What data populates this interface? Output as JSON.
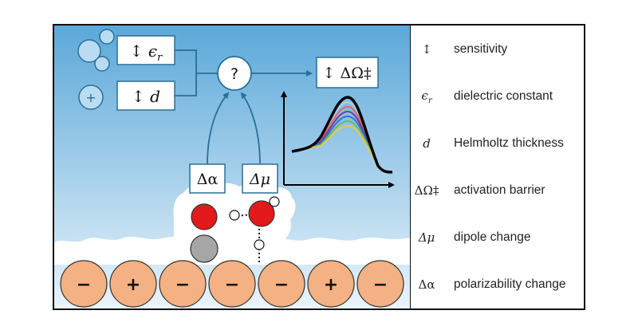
{
  "diagram": {
    "boxes": {
      "epsilon": "↕ ϵ",
      "epsilon_sub": "r",
      "thickness": "↕ d",
      "question": "?",
      "barrier": "↕ ΔΩ‡",
      "polarizability": "Δα",
      "dipole": "Δμ"
    },
    "cation_sign": "+",
    "electrode_charges": [
      "−",
      "+",
      "−",
      "−",
      "−",
      "+",
      "−"
    ],
    "colors": {
      "sky_top": "#5ba8d9",
      "sky_bottom": "#e6f2fa",
      "sphere": "#b9dcf2",
      "sphere_stroke": "#2a6f97",
      "electrode": "#f4b183",
      "oxygen": "#e31a1c",
      "carbon": "#a6a6a6",
      "line": "#2a6f97"
    }
  },
  "legend": [
    {
      "symbol": "↕",
      "label": "sensitivity"
    },
    {
      "symbol": "ϵr",
      "label": "dielectric constant"
    },
    {
      "symbol": "d",
      "label": "Helmholtz thickness"
    },
    {
      "symbol": "ΔΩ‡",
      "label": "activation barrier"
    },
    {
      "symbol": "Δμ",
      "label": "dipole change"
    },
    {
      "symbol": "Δα",
      "label": "polarizability change"
    }
  ]
}
